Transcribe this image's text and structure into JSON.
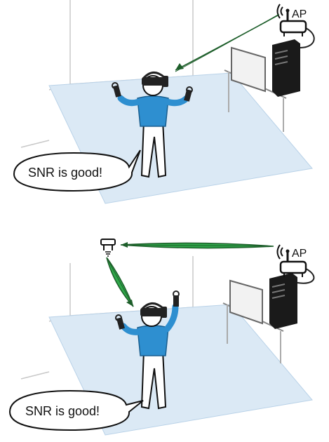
{
  "scenes": [
    {
      "speech": "SNR is good!",
      "ap_label": "AP",
      "link": "direct"
    },
    {
      "speech": "SNR is good!",
      "ap_label": "AP",
      "link": "relay"
    }
  ],
  "colors": {
    "floor": "#dbe9f5",
    "shirt": "#2e8fd0",
    "beam": "#2fa84a",
    "beam_edge": "#1d5e2a",
    "computer": "#1a1a1a"
  },
  "icons": [
    "ap-router-icon",
    "relay-icon",
    "computer-tower-icon",
    "vr-headset-icon"
  ]
}
